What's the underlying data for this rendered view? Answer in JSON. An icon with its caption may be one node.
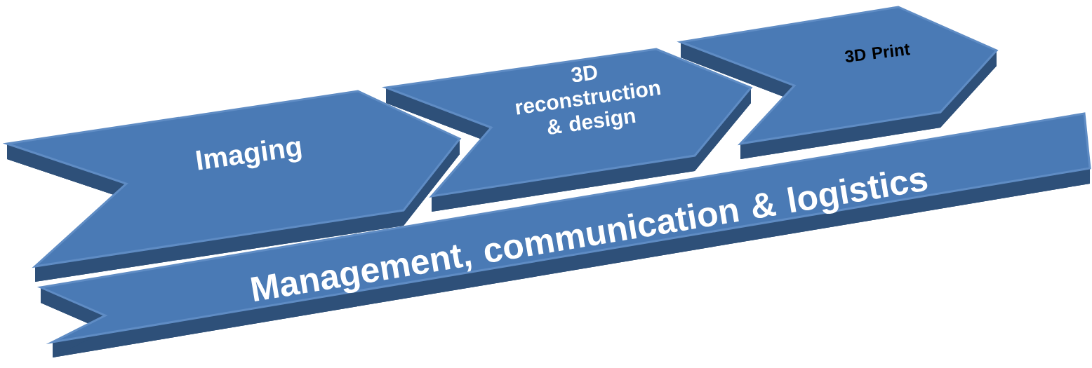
{
  "diagram": {
    "nodes": [
      {
        "text": [
          "Imaging"
        ]
      },
      {
        "text": [
          "3D reconstruction & design"
        ]
      },
      {
        "text": [
          "3D Print"
        ]
      },
      {
        "text": [
          "Management, communication & logistics"
        ]
      }
    ]
  }
}
